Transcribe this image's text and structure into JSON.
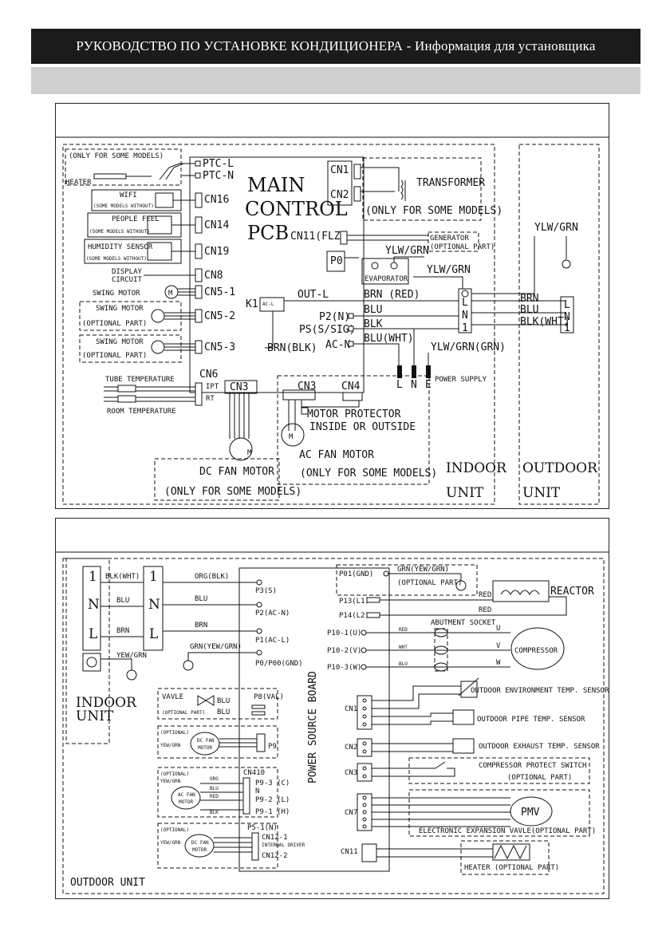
{
  "header": {
    "title": "РУКОВОДСТВО ПО УСТАНОВКЕ КОНДИЦИОНЕРА - Информация для установщика"
  },
  "indoor": {
    "main_pcb": [
      "MAIN",
      "CONTROL",
      "PCB"
    ],
    "heater_note": "(ONLY FOR SOME MODELS)",
    "heater": "HEATER",
    "ptc_l": "PTC-L",
    "ptc_n": "PTC-N",
    "wifi": "WIFI",
    "wifi_note": "(SOME MODELS WITHOUT)",
    "cn16": "CN16",
    "people_feel": "PEOPLE FEEL",
    "people_note": "(SOME MODELS WITHOUT)",
    "cn14": "CN14",
    "humidity": "HUMIDITY SENSOR",
    "humidity_note": "(SOME MODELS WITHOUT)",
    "cn19": "CN19",
    "display": "DISPLAY",
    "circuit": "CIRCUIT",
    "cn8": "CN8",
    "swing_motor": "SWING MOTOR",
    "cn5_1": "CN5-1",
    "swing_motor_opt": "SWING MOTOR",
    "optional_part": "(OPTIONAL PART)",
    "cn5_2": "CN5-2",
    "cn5_3": "CN5-3",
    "cn1": "CN1",
    "cn2": "CN2",
    "transformer": "TRANSFORMER",
    "transformer_note": "(ONLY FOR SOME MODELS)",
    "cn11": "CN11(FLZ)",
    "generator": "GENERATOR",
    "generator_note": "(OPTIONAL PART)",
    "p0": "P0",
    "ylw_grn": "YLW/GRN",
    "evaporator": "EVAPORATOR",
    "k1": "K1",
    "ac_l": "AC-L",
    "out_l": "OUT-L",
    "p2n": "P2(N)",
    "ps": "PS(S/SIG)",
    "ac_n": "AC-N",
    "brn_blk": "BRN(BLK)",
    "brn_red": "BRN (RED)",
    "blu": "BLU",
    "blk": "BLK",
    "blu_wht": "BLU(WHT)",
    "ylw_grn_grn": "YLW/GRN(GRN)",
    "power_supply": "POWER SUPPLY",
    "l": "L",
    "n": "N",
    "e": "E",
    "cn6": "CN6",
    "ipt": "IPT",
    "rt": "RT",
    "tube_temp": "TUBE TEMPERATURE",
    "room_temp": "ROOM TEMPERATURE",
    "cn3": "CN3",
    "cn4": "CN4",
    "dc_fan": "DC FAN MOTOR",
    "dc_fan_note": "(ONLY FOR SOME MODELS)",
    "motor_protector": "MOTOR PROTECTOR",
    "inside_outside": "INSIDE OR OUTSIDE",
    "ac_fan": "AC FAN MOTOR",
    "ac_fan_note": "(ONLY FOR SOME MODELS)",
    "indoor_unit": [
      "INDOOR",
      "UNIT"
    ],
    "outdoor_unit": [
      "OUTDOOR",
      "UNIT"
    ],
    "out_brn": "BRN",
    "out_blu": "BLU",
    "out_blk": "BLK(WHT)",
    "term_1": "1",
    "m_label": "M"
  },
  "outdoor": {
    "terminals_left": [
      "1",
      "N",
      "L"
    ],
    "terminals_right": [
      "1",
      "N",
      "L"
    ],
    "blk_wht": "BLK(WHT)",
    "blu": "BLU",
    "brn": "BRN",
    "yew_grn": "YEW/GRN",
    "indoor_unit": [
      "INDOOR",
      "UNIT"
    ],
    "org_blk": "ORG(BLK)",
    "p3": "P3(S)",
    "blu2": "BLU",
    "p2": "P2(AC-N)",
    "brn2": "BRN",
    "p1": "P1(AC-L)",
    "grn_yew": "GRN(YEW/GRN)",
    "p0": "P0/P00(GND)",
    "vavle": "VAVLE",
    "optional_part": "(OPTIONAL PART)",
    "p8": "P8(VAL)",
    "optional": "(OPTIONAL)",
    "dc_fan": "DC FAN",
    "motor": "MOTOR",
    "p9": "P9",
    "cn410": "CN410",
    "org": "ORG",
    "red": "RED",
    "blk": "BLK",
    "p9_3": "P9-3 (C)",
    "n": "N",
    "p9_2": "P9-2 (L)",
    "p9_1": "P9-1 (H)",
    "ac_fan": "AC FAN",
    "p5_1": "P5-1(N)",
    "cn12_1": "CN12-1",
    "cn12_2": "CN12-2",
    "internal": "INTERNAL DRIVER",
    "power_source_board": "POWER SOURCE BOARD",
    "p01": "P01(GND)",
    "grn_yew2": "GRN(YEW/GRN)",
    "optional_part2": "(OPTIONAL PART)",
    "p13": "P13(L1)",
    "p14": "P14(L2)",
    "reactor": "REACTOR",
    "p10_1": "P10-1(U)",
    "p10_2": "P10-2(V)",
    "p10_3": "P10-3(W)",
    "abutment": "ABUTMENT SOCKET",
    "compressor": "COMPRESSOR",
    "wht": "WHT",
    "u": "U",
    "v": "V",
    "w": "W",
    "cn1": "CN1",
    "cn2": "CN2",
    "cn3": "CN3",
    "cn7": "CN7",
    "cn11": "CN11",
    "env_sensor": "OUTDOOR ENVIRONMENT TEMP. SENSOR",
    "pipe_sensor": "OUTDOOR PIPE TEMP. SENSOR",
    "exhaust_sensor": "OUTDOOR EXHAUST TEMP. SENSOR",
    "comp_protect": "COMPRESSOR PROTECT SWITCH",
    "pmv": "PMV",
    "eev": "ELECTRONIC EXPANSION VAVLE(OPTIONAL PART)",
    "heater": "HEATER (OPTIONAL PART)",
    "outdoor_unit": "OUTDOOR UNIT"
  }
}
